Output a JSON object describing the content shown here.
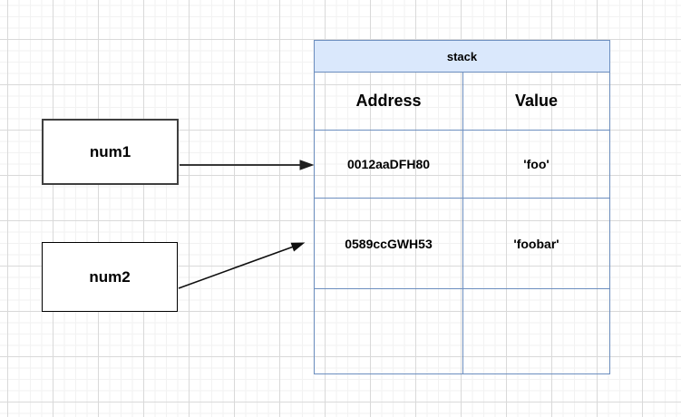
{
  "diagram": {
    "nodes": [
      {
        "id": "num1",
        "label": "num1"
      },
      {
        "id": "num2",
        "label": "num2"
      }
    ],
    "stack_table": {
      "title": "stack",
      "columns": [
        {
          "label": "Address"
        },
        {
          "label": "Value"
        }
      ],
      "rows": [
        {
          "address": "0012aaDFH80",
          "value": "'foo'"
        },
        {
          "address": "0589ccGWH53",
          "value": "'foobar'"
        },
        {
          "address": "",
          "value": ""
        }
      ]
    },
    "edges": [
      {
        "from": "num1",
        "to": "0012aaDFH80"
      },
      {
        "from": "num2",
        "to": "0589ccGWH53"
      }
    ],
    "colors": {
      "table_border": "#6c8ebf",
      "table_header_fill": "#dae8fc",
      "node_border": "#3f3f3f",
      "arrow": "#2b2b2b"
    }
  }
}
